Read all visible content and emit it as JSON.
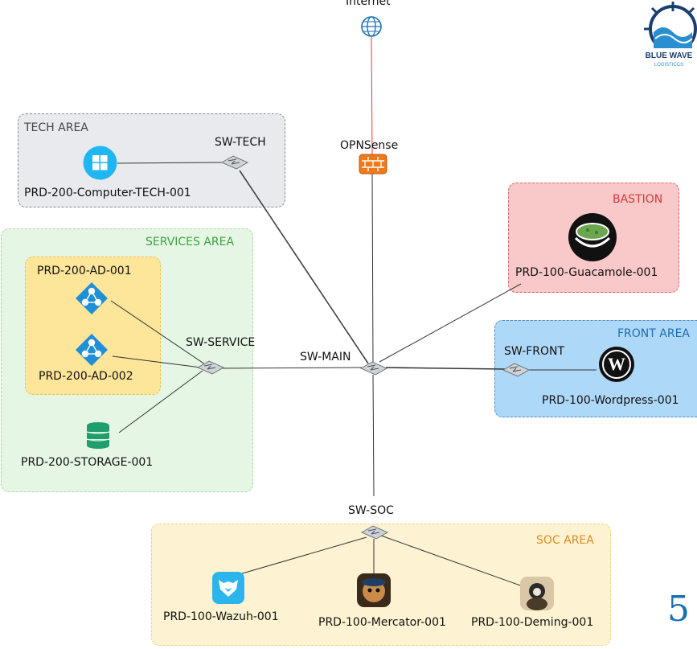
{
  "zones": {
    "tech": {
      "label": "TECH AREA",
      "fill": "#e8eaed",
      "border": "#8a8f96",
      "label_color": "#444444"
    },
    "services": {
      "label": "SERVICES AREA",
      "fill": "#e6f6e4",
      "border": "#a9d6a2",
      "label_color": "#3aa344"
    },
    "ad_group": {
      "fill": "#fde59a",
      "border": "#e8c25a"
    },
    "bastion": {
      "label": "BASTION",
      "fill": "#f9c9c9",
      "border": "#d46a6a",
      "label_color": "#d23a3a"
    },
    "front": {
      "label": "FRONT AREA",
      "fill": "#aed8f8",
      "border": "#4f8fc5",
      "label_color": "#1f6fb0"
    },
    "soc": {
      "label": "SOC AREA",
      "fill": "#fdf3d2",
      "border": "#e8d38a",
      "label_color": "#e08a1e"
    }
  },
  "nodes": {
    "internet": {
      "label": "Internet",
      "icon": "globe-icon"
    },
    "opnsense": {
      "label": "OPNSense",
      "icon": "firewall-icon"
    },
    "sw_tech": {
      "label": "SW-TECH",
      "icon": "switch-icon"
    },
    "computer_tech": {
      "label": "PRD-200-Computer-TECH-001",
      "icon": "windows-icon"
    },
    "ad1": {
      "label": "PRD-200-AD-001",
      "icon": "active-directory-icon"
    },
    "ad2": {
      "label": "PRD-200-AD-002",
      "icon": "active-directory-icon"
    },
    "storage": {
      "label": "PRD-200-STORAGE-001",
      "icon": "database-icon"
    },
    "sw_service": {
      "label": "SW-SERVICE",
      "icon": "switch-icon"
    },
    "sw_main": {
      "label": "SW-MAIN",
      "icon": "switch-icon"
    },
    "guacamole": {
      "label": "PRD-100-Guacamole-001",
      "icon": "guacamole-icon"
    },
    "sw_front": {
      "label": "SW-FRONT",
      "icon": "switch-icon"
    },
    "wordpress": {
      "label": "PRD-100-Wordpress-001",
      "icon": "wordpress-icon"
    },
    "sw_soc": {
      "label": "SW-SOC",
      "icon": "switch-icon"
    },
    "wazuh": {
      "label": "PRD-100-Wazuh-001",
      "icon": "wazuh-icon"
    },
    "mercator": {
      "label": "PRD-100-Mercator-001",
      "icon": "mercator-icon"
    },
    "deming": {
      "label": "PRD-100-Deming-001",
      "icon": "deming-icon"
    }
  },
  "logo": {
    "text_main": "BLUE WAVE",
    "text_sub": "LOGISTICCS"
  },
  "page_number": "5",
  "colors": {
    "internet_link": "#e23b3b",
    "link": "#333333",
    "switch": "#9aa0a6",
    "firewall": "#f07a1a",
    "accent_blue": "#1a6fb3"
  }
}
